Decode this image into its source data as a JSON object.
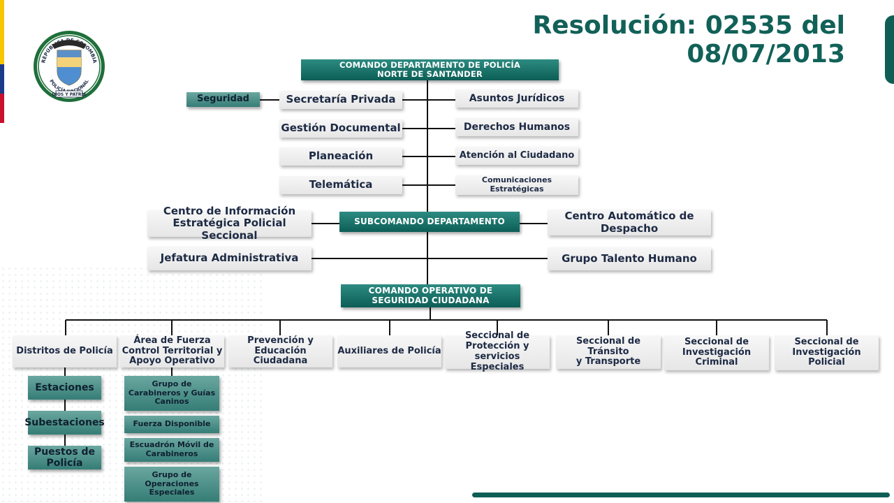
{
  "title": "Resolución: 02535 del 08/07/2013",
  "logo": {
    "arc_top": "REPÚBLICA DE COLOMBIA",
    "arc_bottom": "POLICÍA NACIONAL",
    "motto": "DIOS Y PATRIA"
  },
  "colors": {
    "teal": "#0f5e56",
    "title": "#116158",
    "box_text": "#1d2a44",
    "flag_yellow": "#f6c700",
    "flag_blue": "#1b3a8a",
    "flag_red": "#c8102e"
  },
  "org": {
    "comando": "COMANDO DEPARTAMENTO DE POLICÍA\nNORTE DE SANTANDER",
    "seguridad": "Seguridad",
    "left_staff": [
      "Secretaría Privada",
      "Gestión Documental",
      "Planeación",
      "Telemática"
    ],
    "right_staff": [
      "Asuntos Jurídicos",
      "Derechos Humanos",
      "Atención al Ciudadano",
      "Comunicaciones\nEstratégicas"
    ],
    "subcomando": "SUBCOMANDO DEPARTAMENTO",
    "centro_info": "Centro de Información\nEstratégica Policial Seccional",
    "centro_auto": "Centro Automático de\nDespacho",
    "jefatura": "Jefatura Administrativa",
    "talento": "Grupo Talento Humano",
    "comando_operativo": "COMANDO OPERATIVO DE\nSEGURIDAD CIUDADANA",
    "units": [
      "Distritos de Policía",
      "Área de Fuerza\nControl Territorial y\nApoyo Operativo",
      "Prevención y\nEducación\nCiudadana",
      "Auxiliares de Policía",
      "Seccional de\nProtección y servicios\nEspeciales",
      "Seccional de Tránsito\ny Transporte",
      "Seccional de\nInvestigación\nCriminal",
      "Seccional de\nInvestigación Policial"
    ],
    "distritos_children": [
      "Estaciones",
      "Subestaciones",
      "Puestos de\nPolicía"
    ],
    "area_children": [
      "Grupo de\nCarabineros y Guías\nCaninos",
      "Fuerza Disponible",
      "Escuadrón Móvil de\nCarabineros",
      "Grupo de\nOperaciones\nEspeciales"
    ]
  }
}
